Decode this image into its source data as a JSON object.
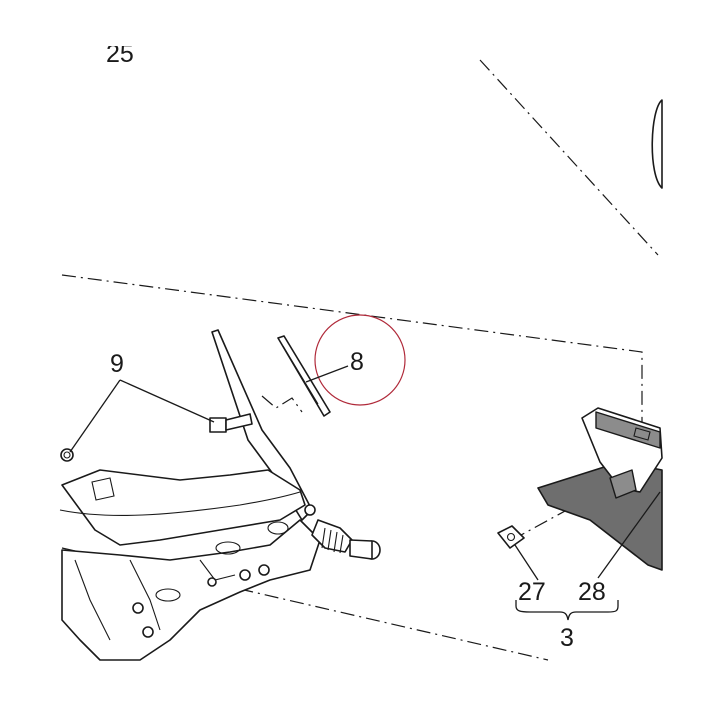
{
  "diagram": {
    "callouts": {
      "partial_top": "25",
      "c9": "9",
      "c8": "8",
      "c27": "27",
      "c28": "28",
      "c3": "3"
    },
    "highlight_color": "#b02a3a",
    "line_color": "#1a1a1a",
    "part_dark_color": "#6e6e6e"
  }
}
